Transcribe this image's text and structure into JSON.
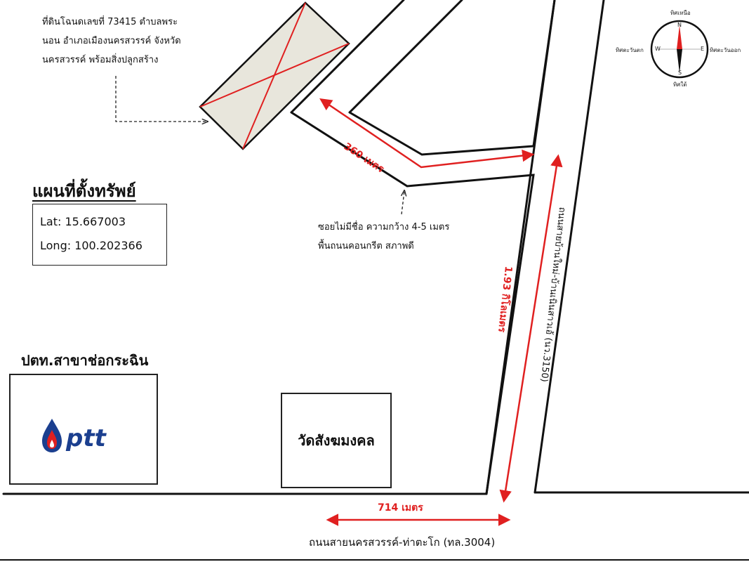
{
  "plot_label": {
    "line1": "ที่ดินโฉนดเลขที่ 73415 ตำบลพระ",
    "line2": "นอน อำเภอเมืองนครสวรรค์ จังหวัด",
    "line3": "นครสวรรค์ พร้อมสิ่งปลูกสร้าง"
  },
  "title": "แผนที่ตั้งทรัพย์",
  "coords": {
    "lat": "Lat: 15.667003",
    "long": "Long: 100.202366"
  },
  "soi_label": {
    "line1": "ซอยไม่มีชื่อ ความกว้าง 4-5 เมตร",
    "line2": "พื้นถนนคอนกรีต สภาพดี"
  },
  "distances": {
    "soi": "360 เมตร",
    "main_road": "1.93 กิโลเมตร",
    "bottom": "714 เมตร"
  },
  "roads": {
    "vertical": "ถนนสายบ้านใหม่-บ้านเนินสาวเอ้ (นว.3150)",
    "bottom": "ถนนสายนครสวรรค์-ท่าตะโก (ทล.3004)"
  },
  "landmarks": {
    "station": "ปตท.สาขาช่อกระฉิน",
    "ptt_text": "ptt",
    "temple": "วัดสังฆมงคล"
  },
  "compass": {
    "north": "ทิศเหนือ",
    "south": "ทิศใต้",
    "east": "ทิศตะวันออก",
    "west": "ทิศตะวันตก",
    "n": "N",
    "s": "S",
    "e": "E",
    "w": "W"
  },
  "colors": {
    "accent": "#e02020",
    "plot_fill": "#e8e6dc",
    "ptt_blue": "#1b3f8f"
  }
}
